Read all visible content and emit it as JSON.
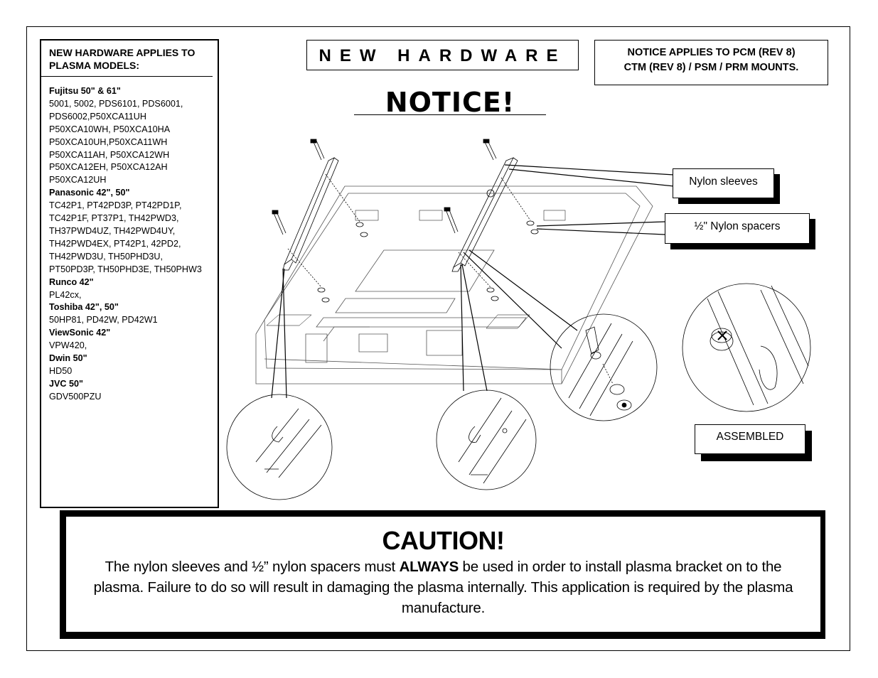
{
  "models_box": {
    "title": "NEW HARDWARE APPLIES TO PLASMA MODELS:",
    "brands": [
      {
        "name": "Fujitsu 50\" & 61\"",
        "models": [
          "5001, 5002, PDS6101, PDS6001,",
          "PDS6002,P50XCA11UH",
          "P50XCA10WH, P50XCA10HA",
          "P50XCA10UH,P50XCA11WH",
          "P50XCA11AH, P50XCA12WH",
          "P50XCA12EH, P50XCA12AH",
          "P50XCA12UH"
        ]
      },
      {
        "name": "Panasonic 42\", 50\"",
        "models": [
          "TC42P1, PT42PD3P, PT42PD1P,",
          "TC42P1F,  PT37P1, TH42PWD3,",
          "TH37PWD4UZ, TH42PWD4UY,",
          "TH42PWD4EX, PT42P1, 42PD2,",
          "TH42PWD3U, TH50PHD3U,",
          "PT50PD3P, TH50PHD3E, TH50PHW3"
        ]
      },
      {
        "name": "Runco 42\"",
        "models": [
          "PL42cx,"
        ]
      },
      {
        "name": "Toshiba 42\", 50\"",
        "models": [
          "50HP81, PD42W, PD42W1"
        ]
      },
      {
        "name": "ViewSonic 42\"",
        "models": [
          "VPW420,"
        ]
      },
      {
        "name": "Dwin 50\"",
        "models": [
          "HD50"
        ]
      },
      {
        "name": "JVC 50\"",
        "models": [
          "GDV500PZU"
        ]
      }
    ]
  },
  "header": {
    "hardware_title": "NEW HARDWARE",
    "notice_applies_line1": "NOTICE APPLIES TO PCM (REV 8)",
    "notice_applies_line2": "CTM (REV 8) / PSM / PRM MOUNTS.",
    "notice_heading": "NOTICE!"
  },
  "callouts": {
    "nylon_sleeves": "Nylon sleeves",
    "nylon_spacers": "½\" Nylon spacers",
    "assembled": "ASSEMBLED"
  },
  "caution": {
    "title": "CAUTION!",
    "text_before": "The nylon sleeves and ½” nylon spacers must ",
    "text_bold": "ALWAYS",
    "text_after": " be used in order to install plasma bracket on to the plasma. Failure to do so will result in damaging the plasma internally. This application is required by the plasma manufacture."
  }
}
